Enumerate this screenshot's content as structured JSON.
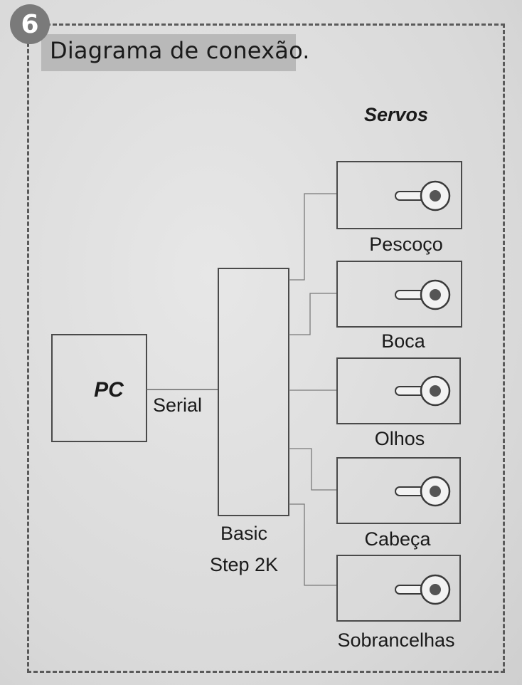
{
  "step_number": "6",
  "title": "Diagrama de conexão.",
  "servos_heading": "Servos",
  "pc_label": "PC",
  "serial_label": "Serial",
  "controller": {
    "line1": "Basic",
    "line2": "Step 2K"
  },
  "servos": [
    {
      "label": "Pescoço"
    },
    {
      "label": "Boca"
    },
    {
      "label": "Olhos"
    },
    {
      "label": "Cabeça"
    },
    {
      "label": "Sobrancelhas"
    }
  ]
}
